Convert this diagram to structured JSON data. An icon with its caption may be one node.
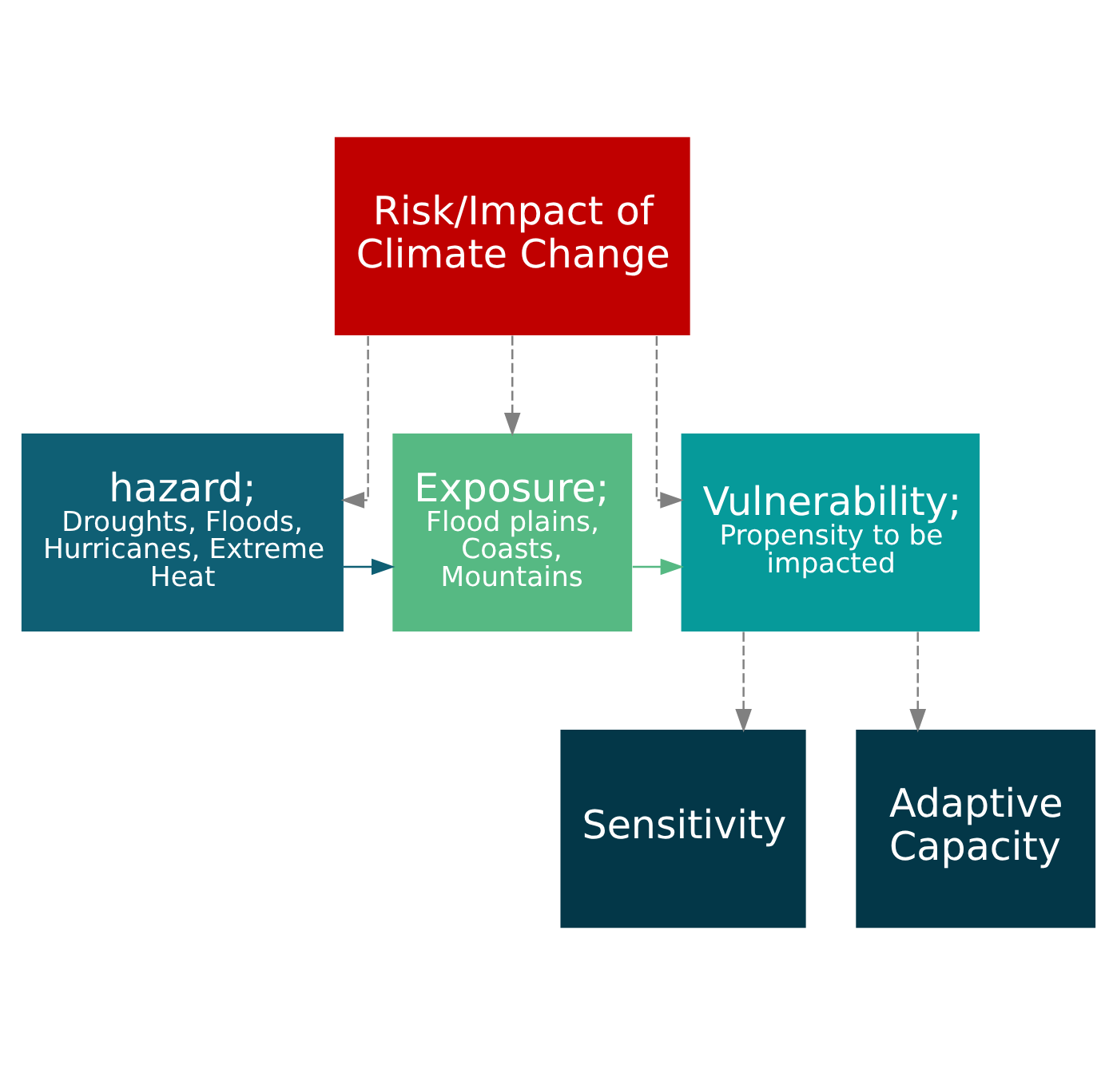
{
  "diagram": {
    "nodes": [
      {
        "text": [
          "Risk/Impact of Climate Change"
        ]
      },
      {
        "text": [
          "hazard;",
          "Droughts, Floods, Hurricanes, Extreme Heat"
        ]
      },
      {
        "text": [
          "Exposure;",
          "Flood plains, Coasts, Mountains"
        ]
      },
      {
        "text": [
          "Vulnerability;",
          "Propensity to be impacted"
        ]
      },
      {
        "text": [
          "Sensitivity"
        ]
      },
      {
        "text": [
          "Adaptive Capacity"
        ]
      }
    ],
    "edges": [
      {
        "from": 0,
        "to": 1,
        "arrow": "to",
        "style": "dashed"
      },
      {
        "from": 0,
        "to": 2,
        "arrow": "to",
        "style": "dashed"
      },
      {
        "from": 0,
        "to": 3,
        "arrow": "to",
        "style": "dashed"
      },
      {
        "from": 1,
        "to": 2,
        "arrow": "to",
        "color": "#0f5f74"
      },
      {
        "from": 2,
        "to": 3,
        "arrow": "to",
        "color": "#56b983"
      },
      {
        "from": 3,
        "to": 4,
        "arrow": "to",
        "style": "dashed"
      },
      {
        "from": 3,
        "to": 5,
        "arrow": "to",
        "style": "dashed"
      }
    ]
  }
}
